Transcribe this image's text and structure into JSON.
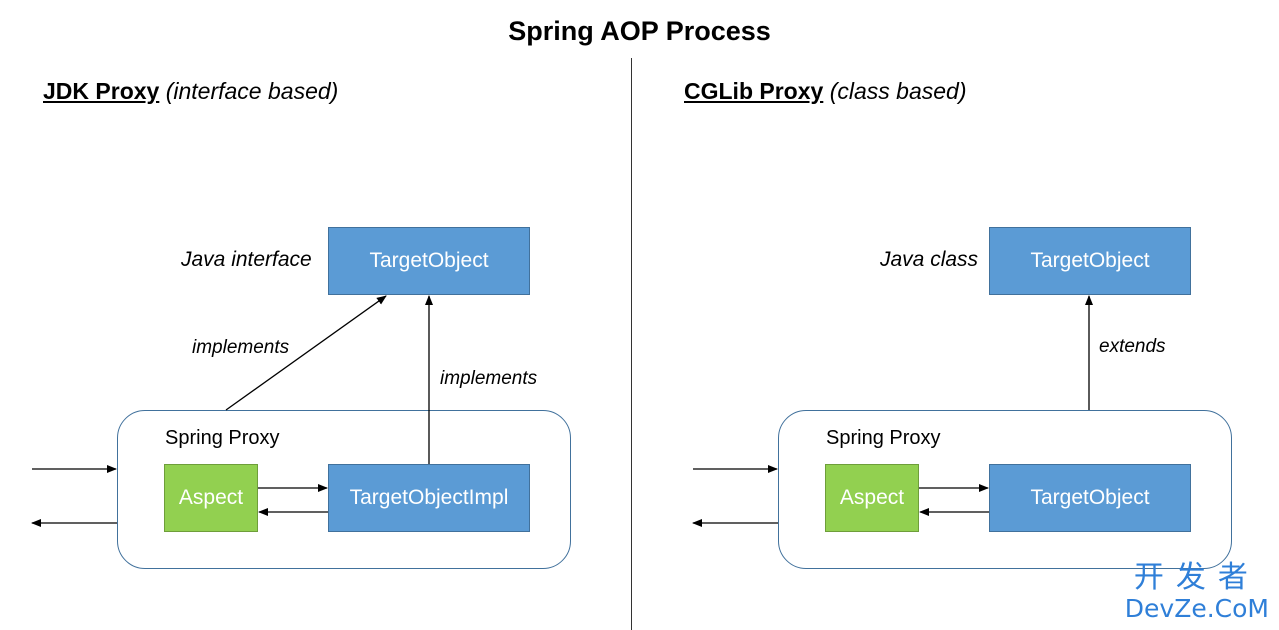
{
  "title": "Spring AOP Process",
  "left": {
    "heading_bold": "JDK Proxy",
    "heading_italic": "(interface based)",
    "type_label": "Java interface",
    "target_box": "TargetObject",
    "edge_label_1": "implements",
    "edge_label_2": "implements",
    "proxy_label": "Spring Proxy",
    "aspect_box": "Aspect",
    "impl_box": "TargetObjectImpl"
  },
  "right": {
    "heading_bold": "CGLib Proxy",
    "heading_italic": "(class based)",
    "type_label": "Java class",
    "target_box": "TargetObject",
    "edge_label": "extends",
    "proxy_label": "Spring Proxy",
    "aspect_box": "Aspect",
    "impl_box": "TargetObject"
  },
  "watermark": {
    "line1": "开发者",
    "line2": "DevZe.CoM"
  },
  "colors": {
    "box_blue": "#5b9bd5",
    "box_green": "#92d050",
    "border_blue": "#41719c",
    "watermark": "#2f7fd8"
  }
}
